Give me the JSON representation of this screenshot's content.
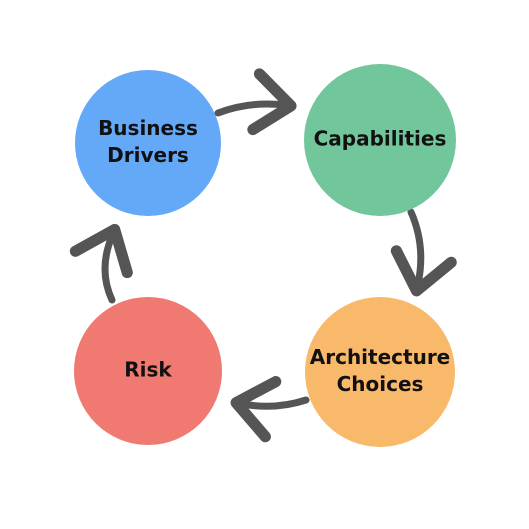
{
  "colors": {
    "arrow": "#555555",
    "text": "#111111"
  },
  "nodes": [
    {
      "id": "business-drivers",
      "lines": [
        "Business",
        "Drivers"
      ],
      "color": "#64A8F8"
    },
    {
      "id": "capabilities",
      "lines": [
        "Capabilities"
      ],
      "color": "#72C69B"
    },
    {
      "id": "architecture-choices",
      "lines": [
        "Architecture",
        "Choices"
      ],
      "color": "#F9B96A"
    },
    {
      "id": "risk",
      "lines": [
        "Risk"
      ],
      "color": "#F07A72"
    }
  ],
  "edges": [
    {
      "from": "business-drivers",
      "to": "capabilities"
    },
    {
      "from": "capabilities",
      "to": "architecture-choices"
    },
    {
      "from": "architecture-choices",
      "to": "risk"
    },
    {
      "from": "risk",
      "to": "business-drivers"
    }
  ]
}
